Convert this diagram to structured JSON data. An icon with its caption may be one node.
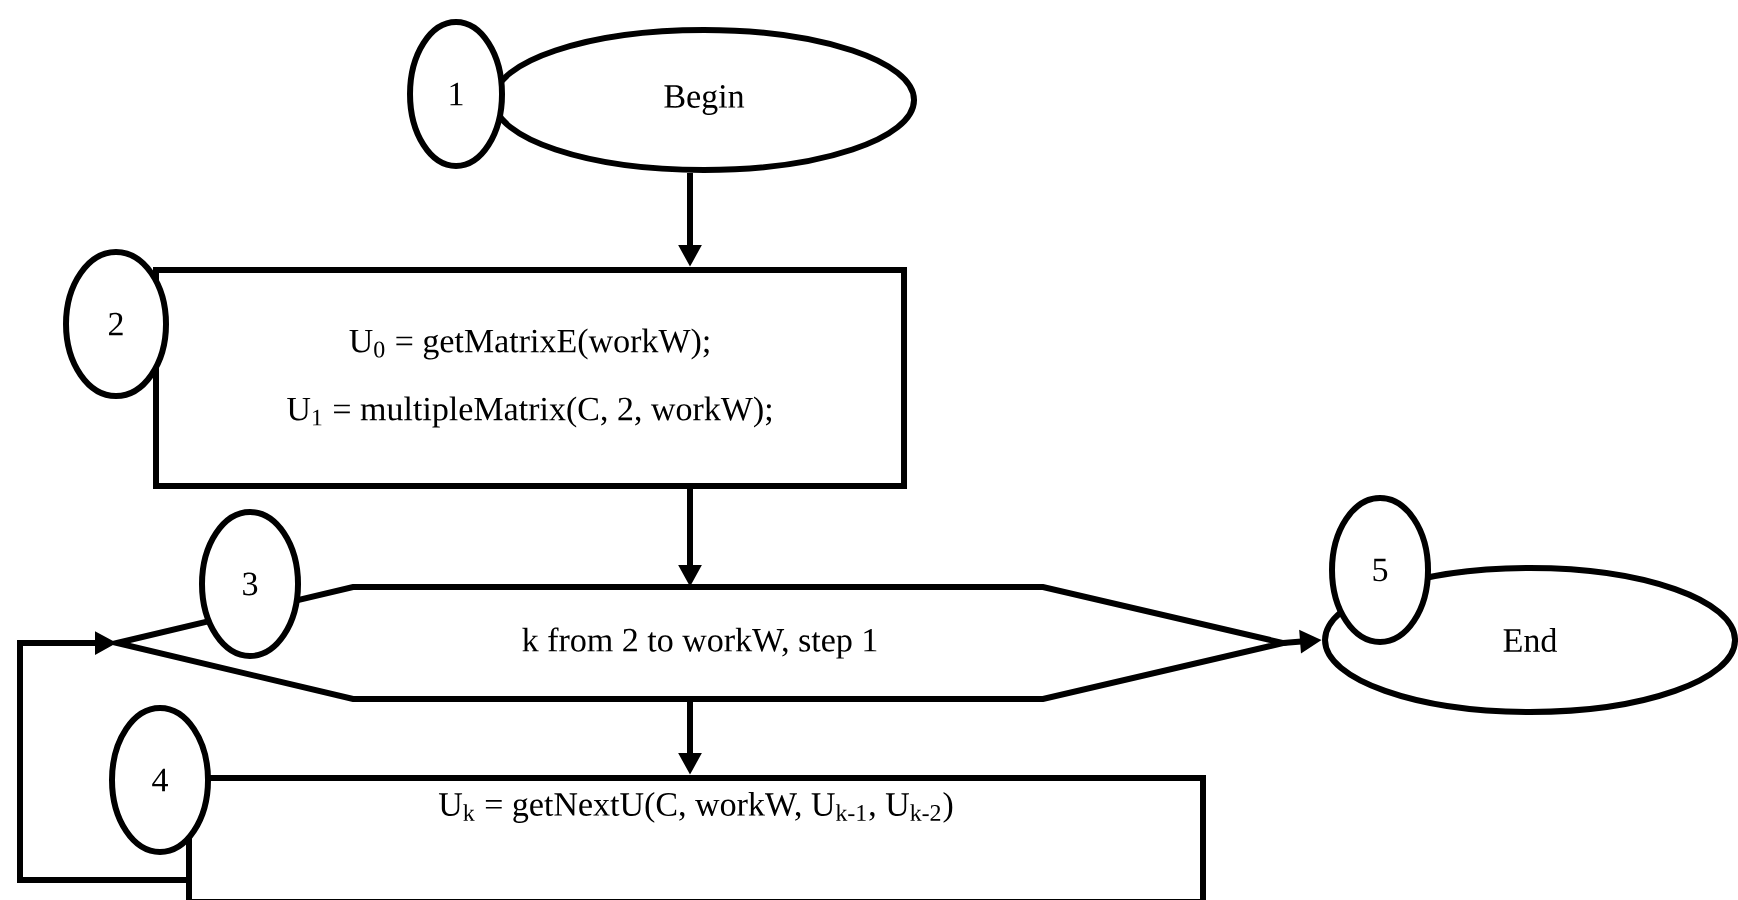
{
  "diagram": {
    "nodes": [
      {
        "text": [
          "1"
        ]
      },
      {
        "text": [
          "Begin"
        ]
      },
      {
        "text": [
          "2"
        ]
      },
      {
        "text": [
          "U$_{0}$ = getMatrixE(workW);",
          "U$_{1}$ = multipleMatrix(C, 2, workW);"
        ]
      },
      {
        "text": [
          "3"
        ]
      },
      {
        "text": [
          "k from 2 to workW, step 1"
        ]
      },
      {
        "text": [
          "5"
        ]
      },
      {
        "text": [
          "End"
        ]
      },
      {
        "text": [
          "4"
        ]
      },
      {
        "text": [
          "U$_{k}$ = getNextU(C, workW, U$_{k-1}$, U$_{k-2}$)"
        ]
      }
    ],
    "edges": [
      {
        "from": 1,
        "to": 3,
        "arrow": "to"
      },
      {
        "from": 3,
        "to": 5,
        "arrow": "to"
      },
      {
        "from": 5,
        "to": 9,
        "arrow": "to"
      },
      {
        "from": 5,
        "to": 7,
        "arrow": "to"
      },
      {
        "from": 9,
        "to": 5,
        "arrow": "to"
      }
    ]
  }
}
